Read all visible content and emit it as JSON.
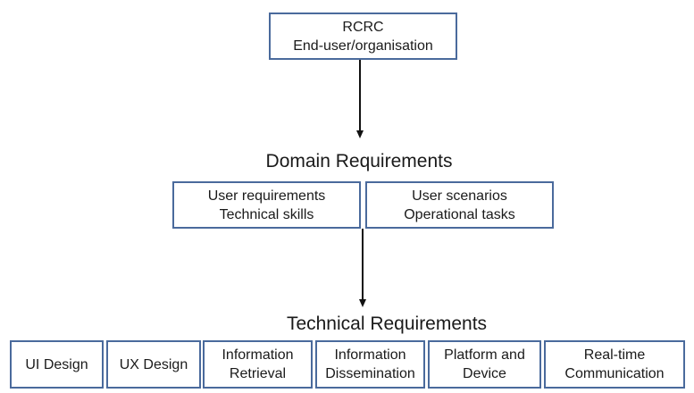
{
  "top_box": {
    "line1": "RCRC",
    "line2": "End-user/organisation"
  },
  "domain": {
    "title": "Domain Requirements",
    "left": {
      "line1": "User requirements",
      "line2": "Technical skills"
    },
    "right": {
      "line1": "User scenarios",
      "line2": "Operational tasks"
    }
  },
  "technical": {
    "title": "Technical Requirements",
    "items": [
      {
        "line1": "UI Design",
        "line2": ""
      },
      {
        "line1": "UX Design",
        "line2": ""
      },
      {
        "line1": "Information",
        "line2": "Retrieval"
      },
      {
        "line1": "Information",
        "line2": "Dissemination"
      },
      {
        "line1": "Platform and",
        "line2": "Device"
      },
      {
        "line1": "Real-time",
        "line2": "Communication"
      }
    ]
  },
  "colors": {
    "box_border": "#4a6a9c",
    "arrow": "#111111"
  }
}
